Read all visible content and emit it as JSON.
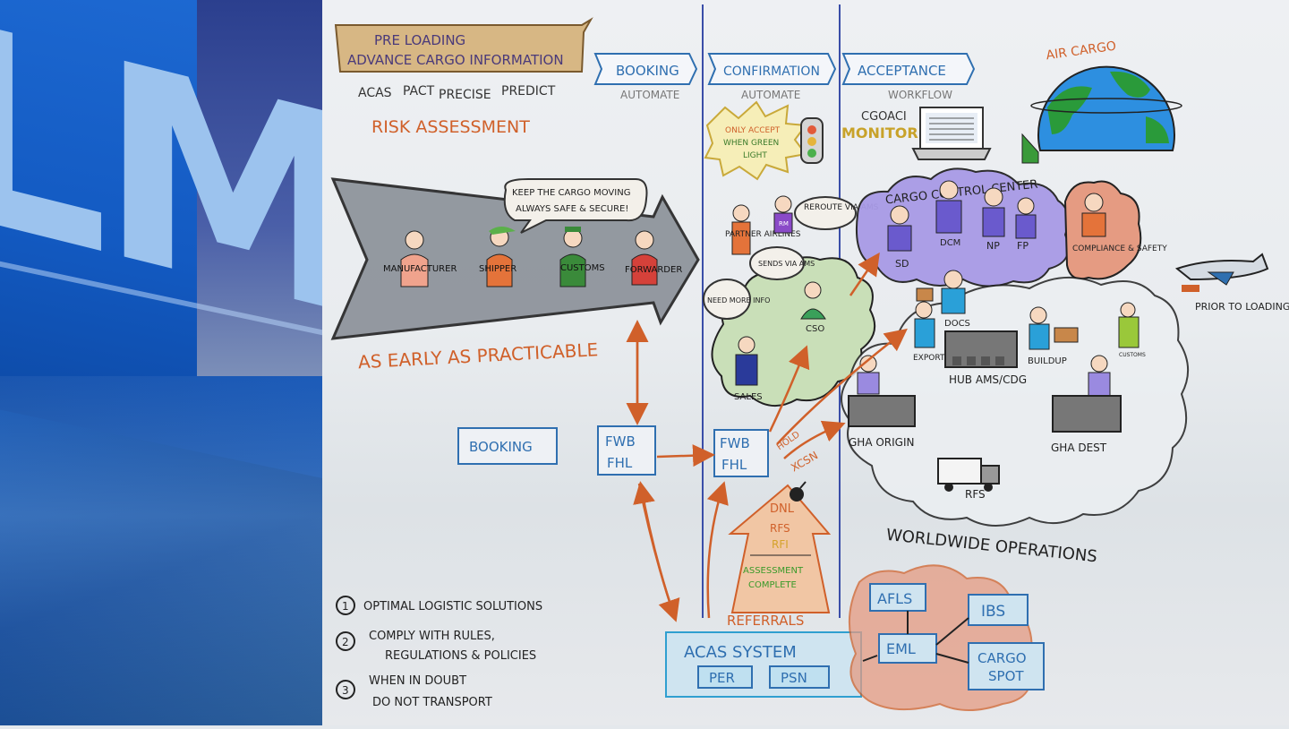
{
  "photo": {
    "letters": "LM"
  },
  "banner": {
    "line1": "PRE LOADING",
    "line2": "ADVANCE CARGO INFORMATION"
  },
  "programs": [
    "ACAS",
    "PACT",
    "PRECISE",
    "PREDICT"
  ],
  "risk_assessment": "RISK ASSESSMENT",
  "phases": [
    {
      "label": "BOOKING",
      "sub": "AUTOMATE"
    },
    {
      "label": "CONFIRMATION",
      "sub": "AUTOMATE"
    },
    {
      "label": "ACCEPTANCE",
      "sub": "WORKFLOW"
    }
  ],
  "traffic_light_note": {
    "line1": "ONLY ACCEPT",
    "line2": "WHEN GREEN",
    "line3": "LIGHT"
  },
  "monitor": {
    "line1": "CGOACI",
    "line2": "MONITOR"
  },
  "air_cargo": "AIR CARGO",
  "chain": {
    "bubble_line1": "KEEP THE CARGO MOVING",
    "bubble_line2": "ALWAYS SAFE & SECURE!",
    "actors": [
      "MANUFACTURER",
      "SHIPPER",
      "CUSTOMS",
      "FORWARDER"
    ]
  },
  "as_early": "AS EARLY AS PRACTICABLE",
  "confirmation_cloud": {
    "partner": "PARTNER AIRLINES",
    "reroute": "REROUTE VIA AMS",
    "sends": "SENDS VIA AMS",
    "need_info": "NEED MORE INFO",
    "cso": "CSO",
    "sales": "SALES",
    "rm": "RM"
  },
  "control_center": {
    "title": "CARGO CONTROL CENTER",
    "roles": [
      "SD",
      "DCM",
      "NP",
      "FP"
    ],
    "compliance": "COMPLIANCE & SAFETY"
  },
  "prior_loading": "PRIOR TO LOADING",
  "operations": {
    "docs": "DOCS",
    "export": "EXPORT",
    "hub": "HUB AMS/CDG",
    "buildup": "BUILDUP",
    "customs": "CUSTOMS",
    "gha_origin": "GHA ORIGIN",
    "gha_dest": "GHA DEST",
    "rfs": "RFS",
    "worldwide": "WORLDWIDE OPERATIONS"
  },
  "messages": {
    "booking": "BOOKING",
    "fwb1": "FWB",
    "fhl1": "FHL",
    "fwb2": "FWB",
    "fhl2": "FHL",
    "hold": "HOLD",
    "xcsn": "XCSN"
  },
  "referral_arrow": {
    "dnl": "DNL",
    "rfs": "RFS",
    "rfi": "RFI",
    "assess1": "ASSESSMENT",
    "assess2": "COMPLETE",
    "label": "REFERRALS"
  },
  "acas_system": {
    "title": "ACAS SYSTEM",
    "per": "PER",
    "psn": "PSN"
  },
  "systems": {
    "afls": "AFLS",
    "ibs": "IBS",
    "eml": "EML",
    "cargo_spot1": "CARGO",
    "cargo_spot2": "SPOT"
  },
  "principles": [
    {
      "num": "1",
      "line1": "OPTIMAL LOGISTIC SOLUTIONS",
      "line2": ""
    },
    {
      "num": "2",
      "line1": "COMPLY WITH RULES,",
      "line2": "REGULATIONS & POLICIES"
    },
    {
      "num": "3",
      "line1": "WHEN IN DOUBT",
      "line2": "DO NOT TRANSPORT"
    }
  ],
  "colors": {
    "orange": "#d0602a",
    "blue": "#2f6fb0",
    "violet": "#a89ae6",
    "green": "#c9dfb8",
    "salmon": "#e59b82"
  }
}
